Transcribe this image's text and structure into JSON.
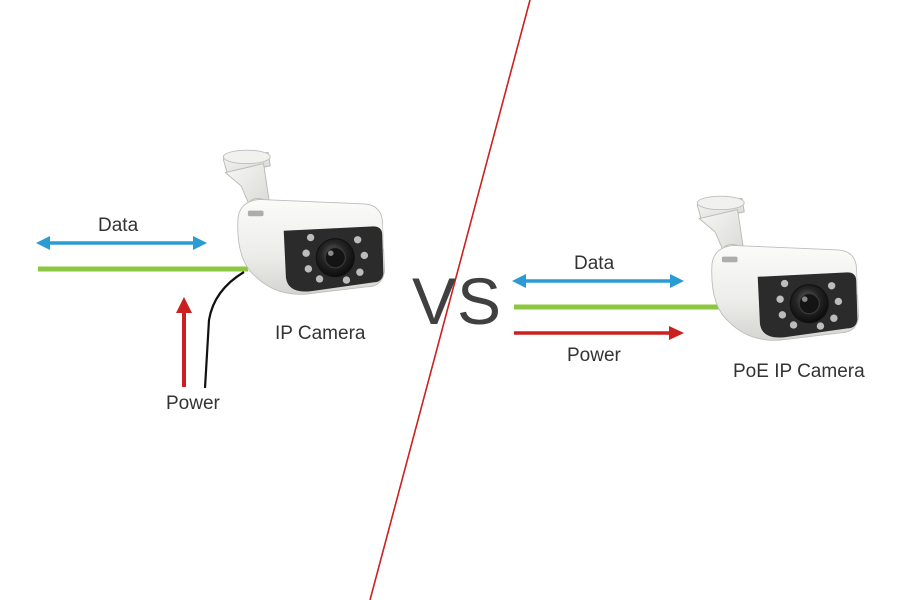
{
  "left": {
    "data_label": "Data",
    "power_label": "Power",
    "camera_label": "IP Camera"
  },
  "right": {
    "data_label": "Data",
    "power_label": "Power",
    "camera_label": "PoE IP Camera"
  },
  "vs_label": "VS",
  "colors": {
    "data": "#2b9bd3",
    "cable": "#8dc63f",
    "power": "#cc1f1f",
    "divider": "#cc2222",
    "camera_body": "#eeeeec",
    "camera_front": "#2a2a2a"
  }
}
